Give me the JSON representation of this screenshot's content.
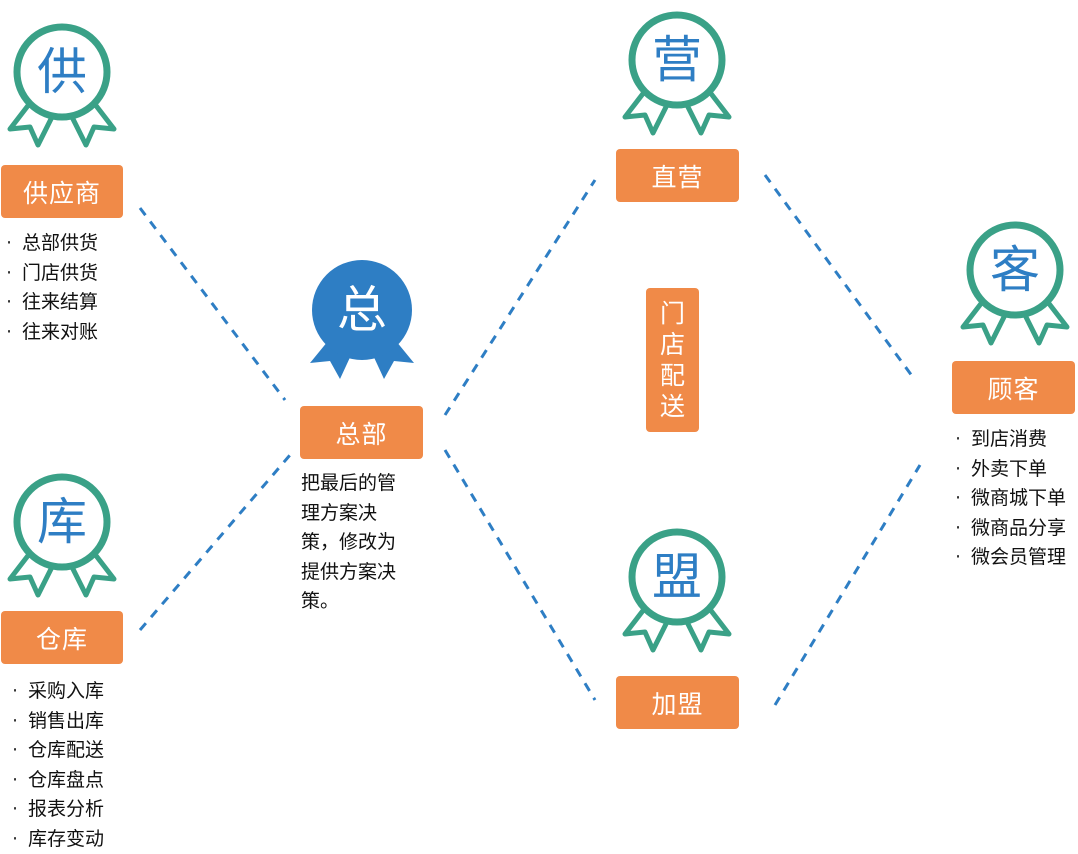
{
  "colors": {
    "badge_ring": "#3aa187",
    "badge_fill": "#2e7ec4",
    "glyph": "#2e7ec4",
    "label_bg": "#f08a48",
    "label_text": "#ffffff",
    "dash_line": "#2e7ec4"
  },
  "badges": {
    "supplier": "供",
    "warehouse": "库",
    "hq": "总",
    "direct": "营",
    "franchise": "盟",
    "customer": "客"
  },
  "labels": {
    "supplier": "供应商",
    "warehouse": "仓库",
    "hq": "总部",
    "direct": "直营",
    "franchise": "加盟",
    "customer": "顾客",
    "store_delivery": [
      "门",
      "店",
      "配",
      "送"
    ]
  },
  "lists": {
    "supplier": [
      "总部供货",
      "门店供货",
      "往来结算",
      "往来对账"
    ],
    "warehouse": [
      "采购入库",
      "销售出库",
      "仓库配送",
      "仓库盘点",
      "报表分析",
      "库存变动"
    ],
    "customer": [
      "到店消费",
      "外卖下单",
      "微商城下单",
      "微商品分享",
      "微会员管理"
    ]
  },
  "hq_note": "把最后的管理方案决策，修改为提供方案决策。"
}
